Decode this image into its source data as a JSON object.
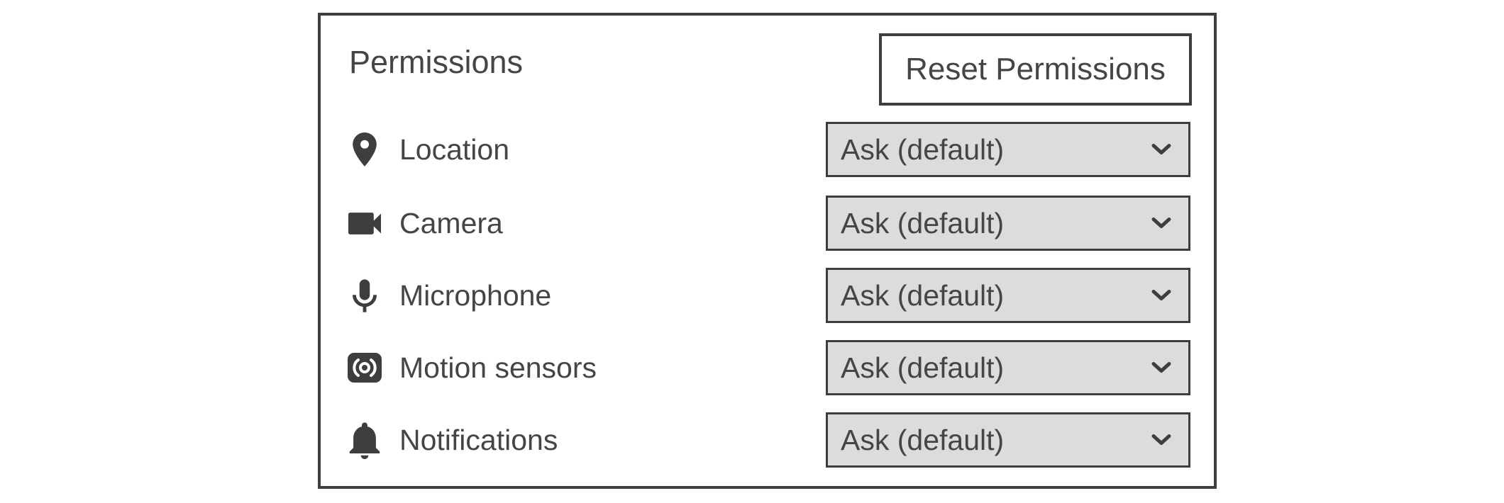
{
  "panel": {
    "title": "Permissions",
    "reset_button_label": "Reset Permissions",
    "rows": [
      {
        "icon": "location-pin-icon",
        "label": "Location",
        "value": "Ask (default)"
      },
      {
        "icon": "video-camera-icon",
        "label": "Camera",
        "value": "Ask (default)"
      },
      {
        "icon": "microphone-icon",
        "label": "Microphone",
        "value": "Ask (default)"
      },
      {
        "icon": "motion-sensors-icon",
        "label": "Motion sensors",
        "value": "Ask (default)"
      },
      {
        "icon": "bell-icon",
        "label": "Notifications",
        "value": "Ask (default)"
      }
    ],
    "colors": {
      "border_dark": "#3e3e3e",
      "text": "#454545",
      "dropdown_bg": "#dcdcdc",
      "panel_bg": "#ffffff"
    }
  }
}
